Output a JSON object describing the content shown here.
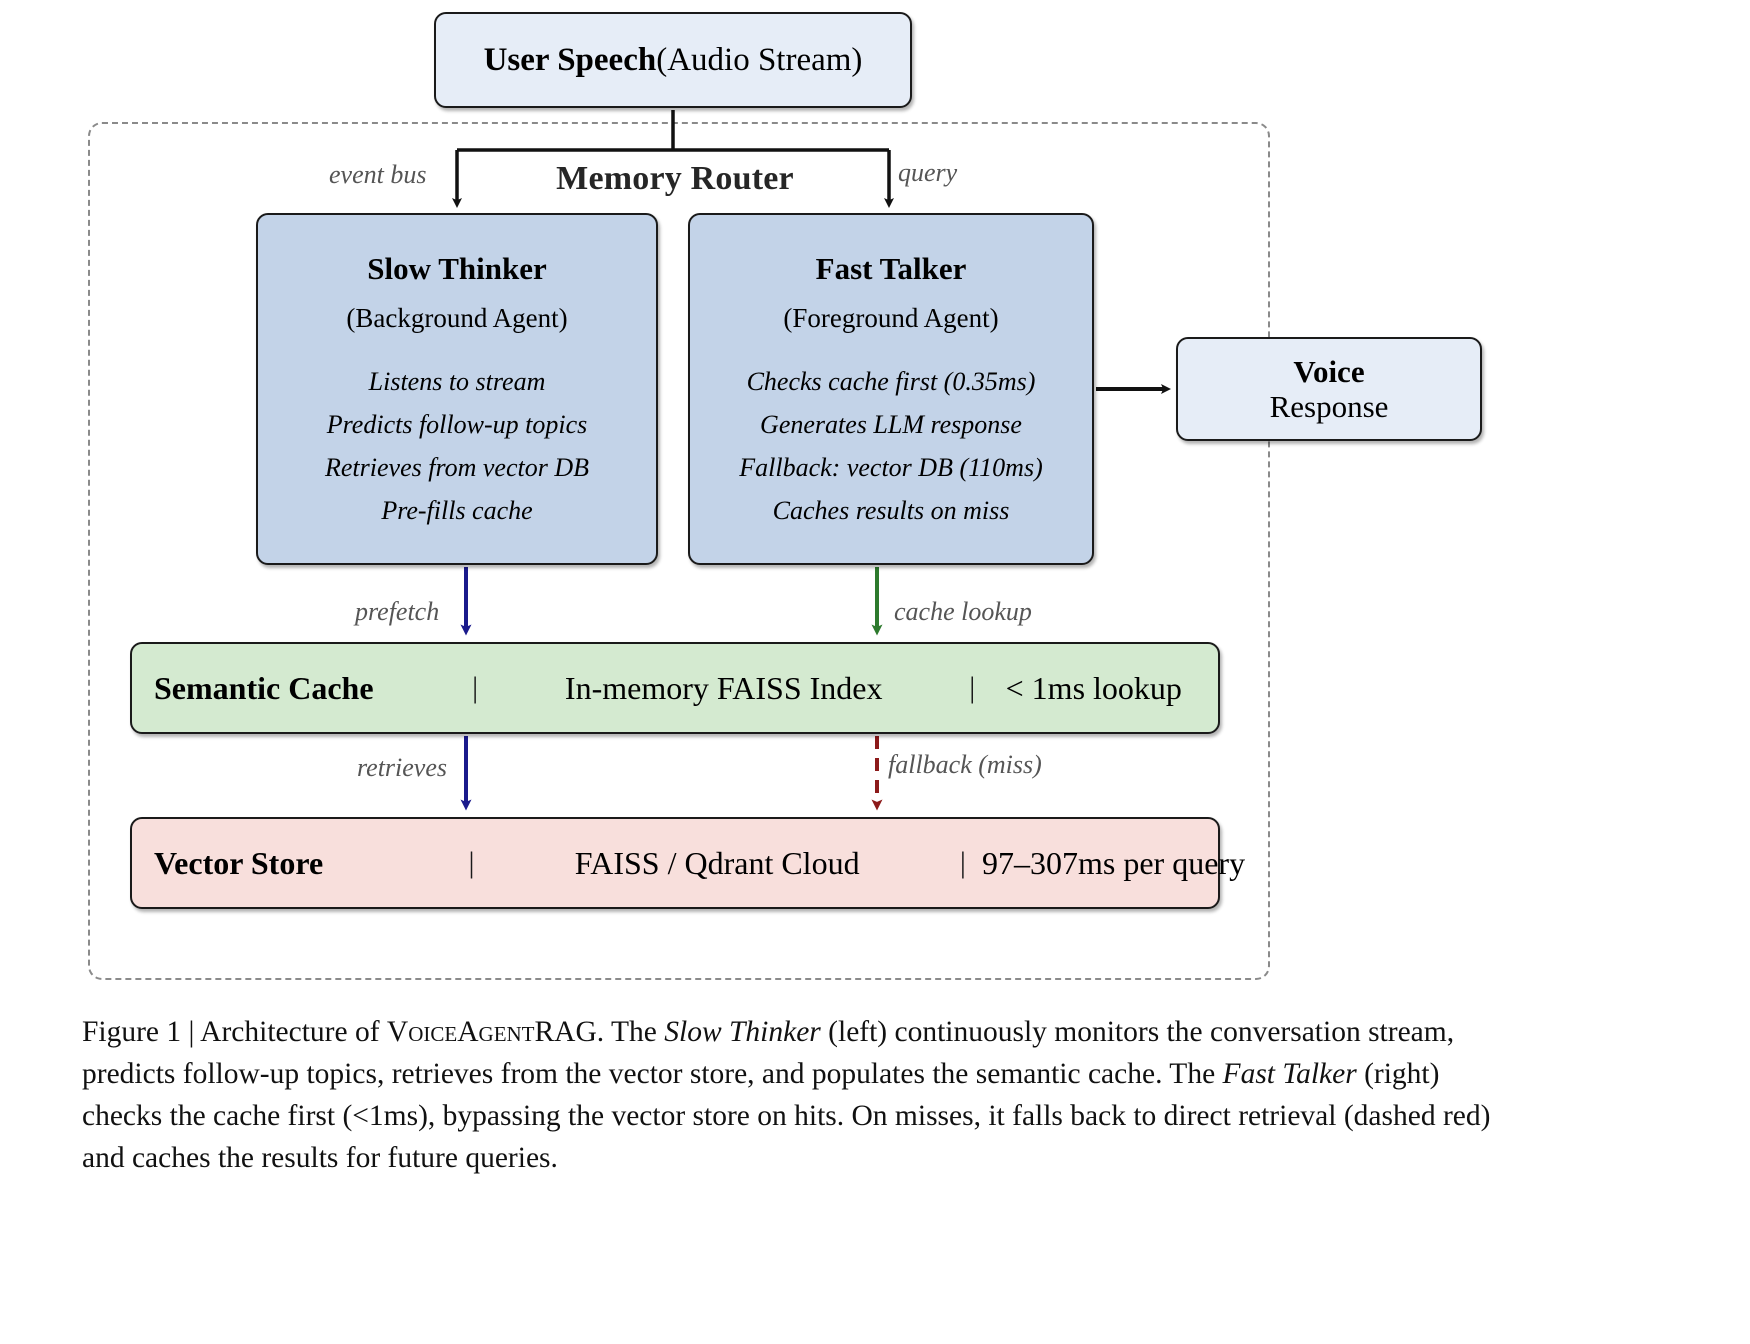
{
  "figure": {
    "source_box": {
      "label_bold": "User Speech",
      "label_regular": " (Audio Stream)"
    },
    "router": {
      "title": "Memory Router",
      "edge_left_label": "event bus",
      "edge_right_label": "query"
    },
    "agents": [
      {
        "id": "slow-thinker",
        "title": "Slow Thinker",
        "subtitle": "(Background Agent)",
        "lines": [
          "Listens to stream",
          "Predicts follow-up topics",
          "Retrieves from vector DB",
          "Pre-fills cache"
        ]
      },
      {
        "id": "fast-talker",
        "title": "Fast Talker",
        "subtitle": "(Foreground Agent)",
        "lines": [
          "Checks cache first (0.35ms)",
          "Generates LLM response",
          "Fallback: vector DB (110ms)",
          "Caches results on miss"
        ]
      }
    ],
    "output_box": {
      "line1_bold": "Voice",
      "line2_regular": "Response"
    },
    "storage_bars": [
      {
        "id": "semantic-cache",
        "name": "Semantic Cache",
        "separator": "|",
        "detail": "In-memory FAISS Index",
        "latency": "< 1ms lookup"
      },
      {
        "id": "vector-store",
        "name": "Vector Store",
        "separator": "|",
        "detail": "FAISS / Qdrant Cloud",
        "latency": "97–307ms per query"
      }
    ],
    "edge_labels": {
      "prefetch": "prefetch",
      "cache_lookup": "cache lookup",
      "retrieves": "retrieves",
      "fallback": "fallback (miss)"
    },
    "caption": {
      "prefix": "Figure 1 | Architecture of ",
      "system_name": "VoiceAgentRAG",
      "part1": ". The ",
      "italic1": "Slow Thinker",
      "part2": " (left) continuously monitors the conversation stream, predicts follow-up topics, retrieves from the vector store, and populates the semantic cache. The ",
      "italic2": "Fast Talker",
      "part3": " (right) checks the cache first (<1ms), bypassing the vector store on hits. On misses, it falls back to direct retrieval (dashed red) and caches the results for future queries."
    },
    "colors": {
      "source_fill": "#e6edf7",
      "agent_fill": "#c3d3e8",
      "cache_fill": "#d4ead0",
      "store_fill": "#f8dfdc",
      "prefetch_arrow": "#1a1a8c",
      "cache_arrow": "#2d7a2d",
      "fallback_arrow": "#8c1a1a",
      "container_border": "#8a8a8a",
      "text": "#000000"
    }
  }
}
